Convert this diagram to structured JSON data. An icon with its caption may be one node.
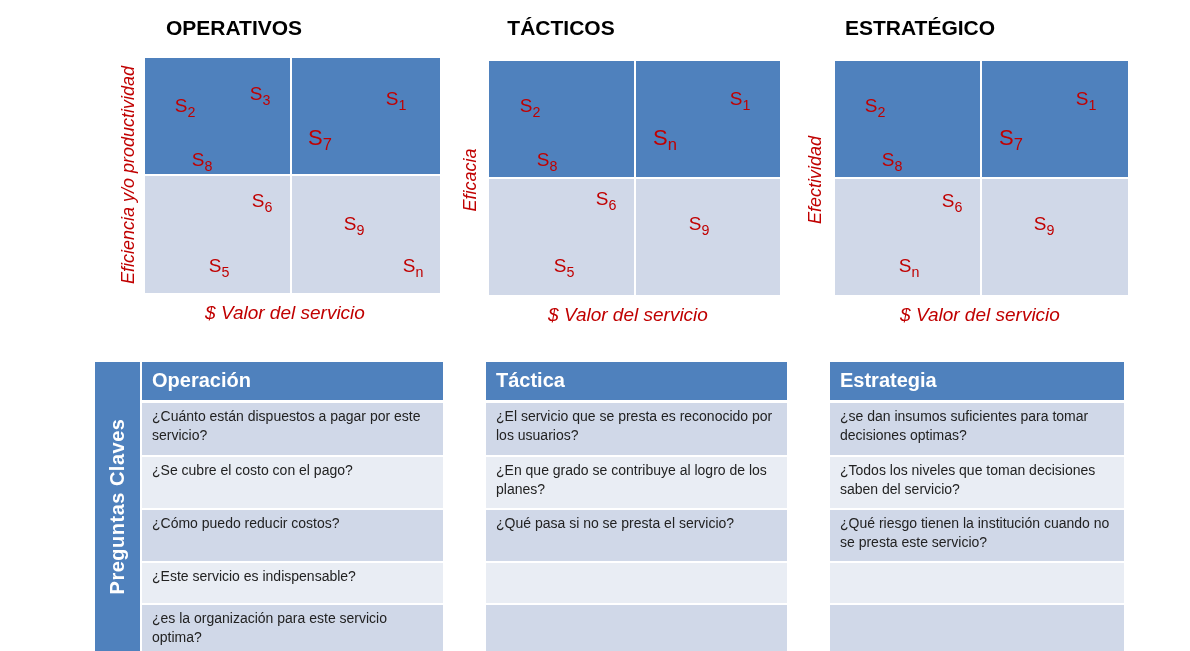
{
  "diagram": {
    "nodes": [
      {
        "text": [
          "S$_{3}$",
          "S$_{2}$",
          "S$_{8}$"
        ]
      },
      {
        "text": [
          "S$_{1}$",
          "S$_{7}$"
        ]
      },
      {
        "text": [
          "S$_{6}$",
          "S$_{5}$"
        ]
      },
      {
        "text": [
          "S$_{9}$",
          "S$_{n}$"
        ]
      },
      {
        "text": [
          "S$_{2}$",
          "S$_{8}$"
        ]
      },
      {
        "text": [
          "S$_{1}$",
          "S$_{n}$"
        ]
      },
      {
        "text": [
          "S$_{6}$",
          "S$_{5}$"
        ]
      },
      {
        "text": [
          "S$_{9}$"
        ]
      },
      {
        "text": [
          "S$_{2}$",
          "S$_{8}$"
        ]
      },
      {
        "text": [
          "S$_{1}$",
          "S$_{7}$"
        ]
      },
      {
        "text": [
          "S$_{6}$",
          "S$_{n}$"
        ]
      },
      {
        "text": [
          "S$_{9}$"
        ]
      },
      {
        "text": [
          "Preguntas Claves"
        ]
      },
      {
        "text": [
          "Operación"
        ]
      },
      {
        "text": [
          "¿Cuánto están dispuestos a pagar por este servicio?"
        ]
      },
      {
        "text": [
          "¿Se cubre el costo con el pago?"
        ]
      },
      {
        "text": [
          "¿Cómo puedo reducir costos?"
        ]
      },
      {
        "text": [
          "¿Este servicio es indispensable?"
        ]
      },
      {
        "text": [
          "¿es la organización para este servicio optima?"
        ]
      },
      {
        "text": [
          "Táctica"
        ]
      },
      {
        "text": [
          "¿El servicio que se presta es reconocido por los usuarios?"
        ]
      },
      {
        "text": [
          "¿En que grado se contribuye al logro de los planes?"
        ]
      },
      {
        "text": [
          "¿Qué pasa si no se presta el servicio?"
        ]
      },
      {
        "text": [],
        "shape": "box"
      },
      {
        "text": [],
        "shape": "box"
      },
      {
        "text": [
          "Estrategia"
        ]
      },
      {
        "text": [
          "¿se dan insumos suficientes para tomar decisiones optimas?"
        ]
      },
      {
        "text": [
          "¿Todos los niveles que toman decisiones saben del servicio?"
        ]
      },
      {
        "text": [
          "¿Qué riesgo tienen la institución cuando no se presta este servicio?"
        ]
      },
      {
        "text": [],
        "shape": "box"
      },
      {
        "text": [],
        "shape": "box"
      }
    ],
    "labels": [
      "OPERATIVOS",
      "TÁCTICOS",
      "ESTRATÉGICO",
      "Eficiencia y/o productividad",
      "Eficacia",
      "Efectividad",
      "$ Valor del servicio",
      "$ Valor del servicio",
      "$ Valor del servicio"
    ]
  }
}
